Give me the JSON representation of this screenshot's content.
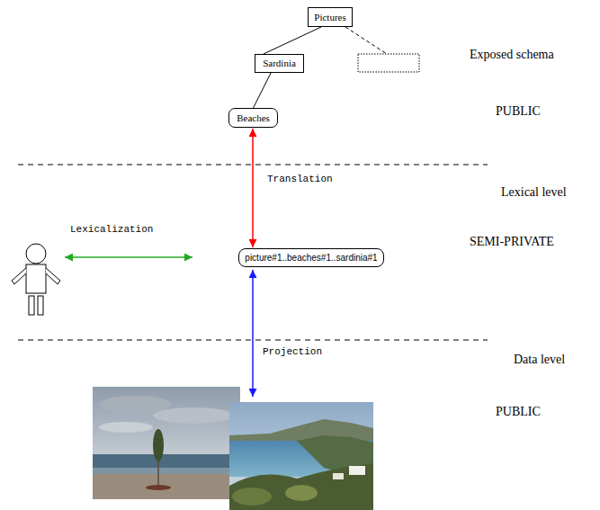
{
  "diagram": {
    "nodes": [
      {
        "text": [
          "Pictures"
        ]
      },
      {
        "text": [
          "Sardinia"
        ]
      },
      {
        "text": [
          "Beaches"
        ]
      },
      {
        "text": [
          "picture#1..beaches#1..sardinia#1"
        ]
      }
    ],
    "edges": [
      {
        "from": 0,
        "to": 1,
        "arrow": "none"
      },
      {
        "from": 1,
        "to": 2,
        "arrow": "none"
      },
      {
        "from": 2,
        "to": 3,
        "label": "Translation",
        "arrow": "both"
      }
    ],
    "labels": [
      "Exposed schema",
      "PUBLIC",
      "Lexical level",
      "SEMI-PRIVATE",
      "Data level",
      "PUBLIC",
      "Lexicalization",
      "Projection"
    ]
  }
}
